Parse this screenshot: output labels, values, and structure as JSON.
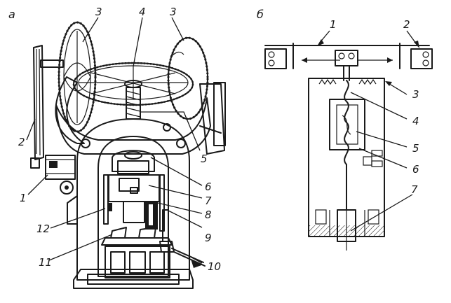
{
  "panels": {
    "left": "а",
    "right": "б"
  },
  "left_callouts": [
    "3",
    "4",
    "3",
    "2",
    "1",
    "5",
    "6",
    "7",
    "8",
    "12",
    "9",
    "11",
    "10"
  ],
  "right_callouts": [
    "1",
    "2",
    "3",
    "4",
    "5",
    "6",
    "7"
  ]
}
